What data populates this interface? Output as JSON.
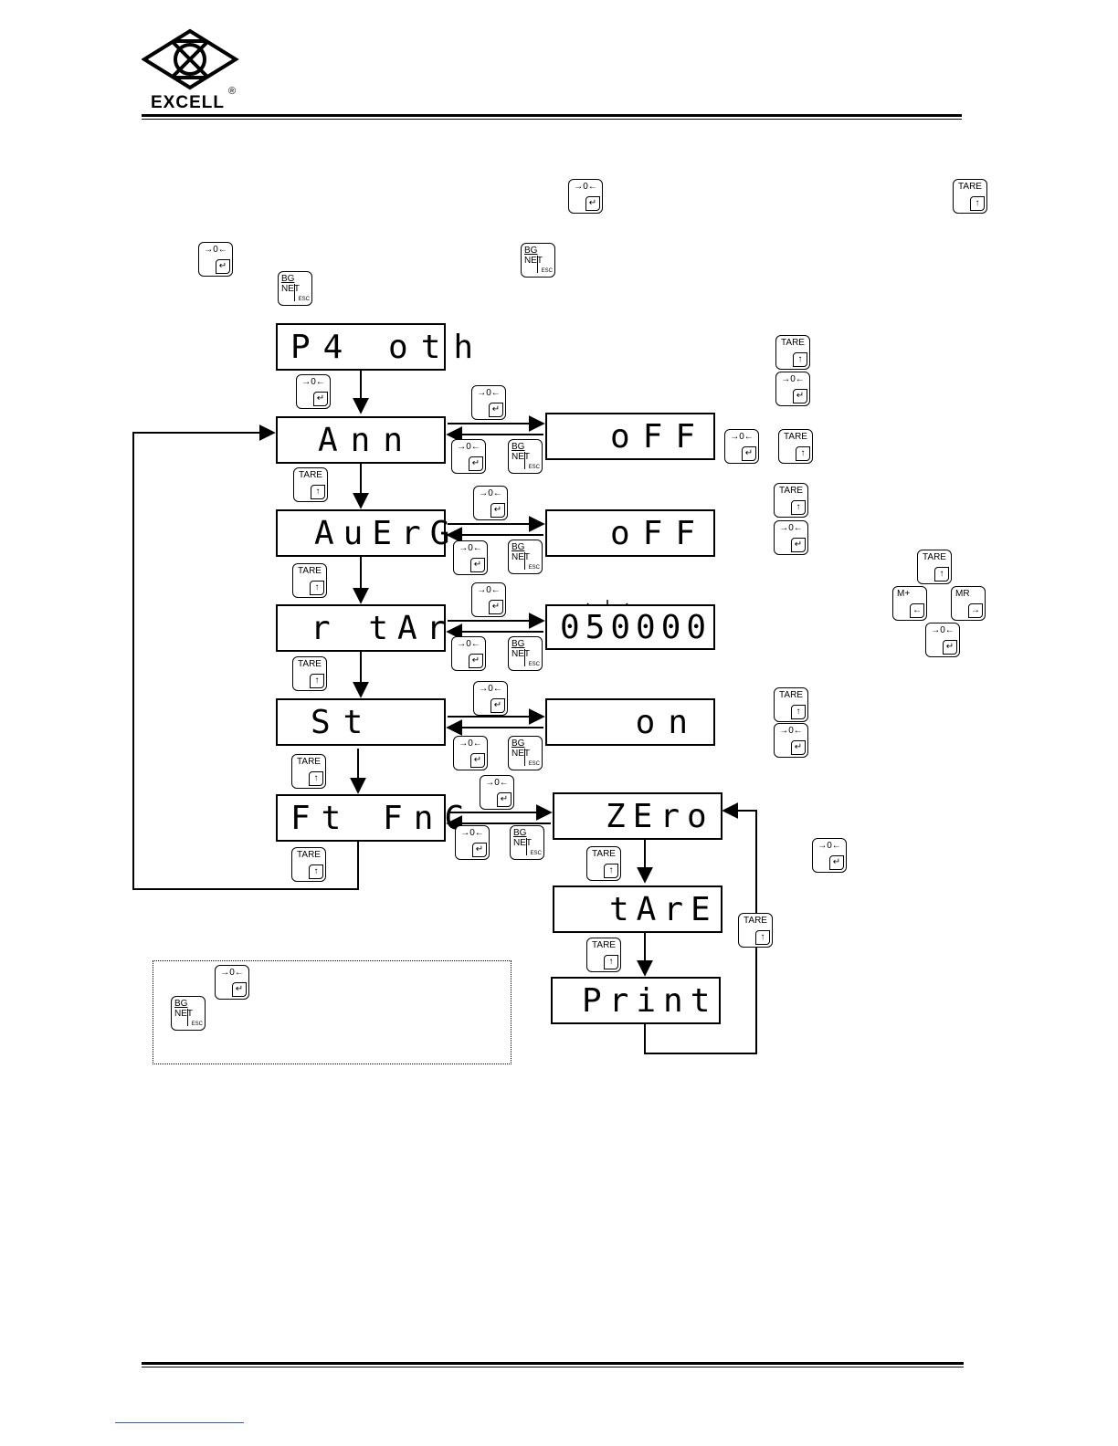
{
  "brand": {
    "name": "EXCELL",
    "registered_mark": "®"
  },
  "keys": {
    "tare_label": "TARE",
    "tare_glyph": "↑",
    "zero_glyph": "→0←",
    "enter_glyph": "↵",
    "bgnet_top": "BG",
    "bgnet_bottom": "NET",
    "bgnet_esc": "ESC",
    "mplus_label": "M+",
    "mplus_glyph": "←",
    "mr_label": "MR",
    "mr_glyph": "→"
  },
  "menu": {
    "p4": "P4 oth",
    "ann": "Ann",
    "averg": "AuErG",
    "rtar": "r tAr",
    "st": "St",
    "ftfnc": "Ft FnC"
  },
  "values": {
    "ann": "oFF",
    "averg": "oFF",
    "rtar": "050000",
    "st": "on"
  },
  "ftfnc_options": {
    "zero": "ZEro",
    "tare": "tArE",
    "print": "Print"
  },
  "colors": {
    "line": "#000000",
    "link": "#3355cc"
  }
}
